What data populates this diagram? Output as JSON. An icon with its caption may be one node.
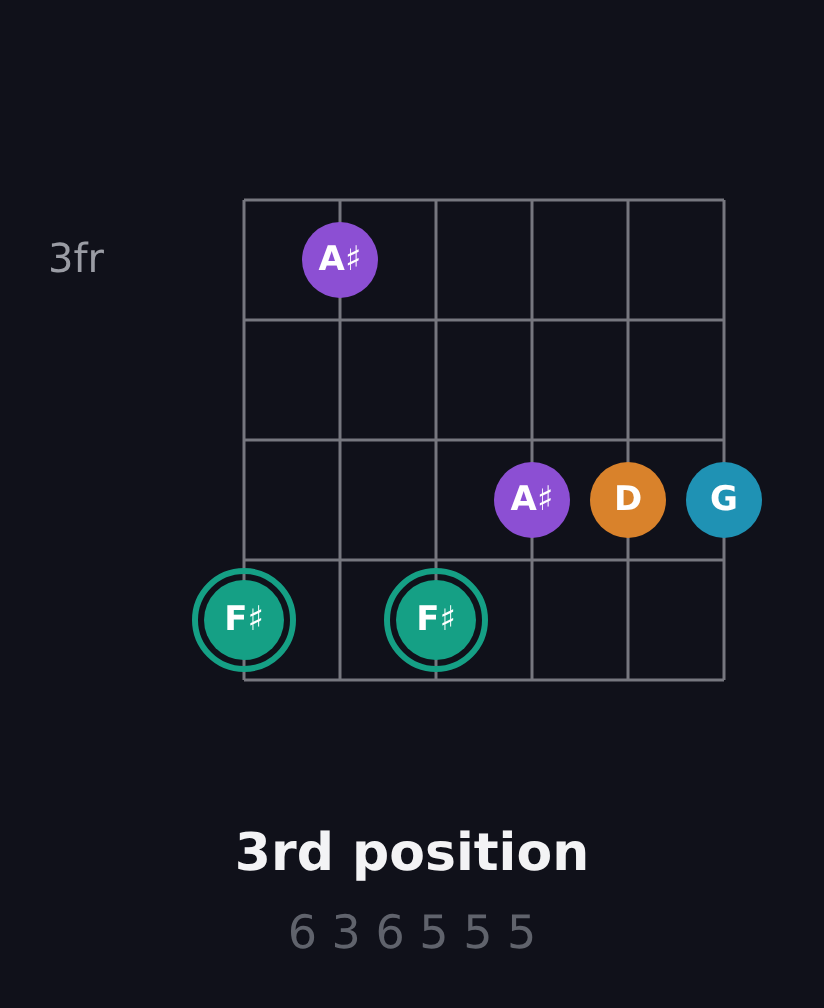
{
  "diagram": {
    "title": "3rd position",
    "nodes": [
      {
        "text": [
          "A♯"
        ]
      },
      {
        "text": [
          "A♯"
        ]
      },
      {
        "text": [
          "D"
        ]
      },
      {
        "text": [
          "G"
        ]
      },
      {
        "text": [
          "F♯"
        ]
      },
      {
        "text": [
          "F♯"
        ]
      }
    ],
    "labels": [
      "3fr",
      "6 3 6 5 5 5"
    ]
  }
}
